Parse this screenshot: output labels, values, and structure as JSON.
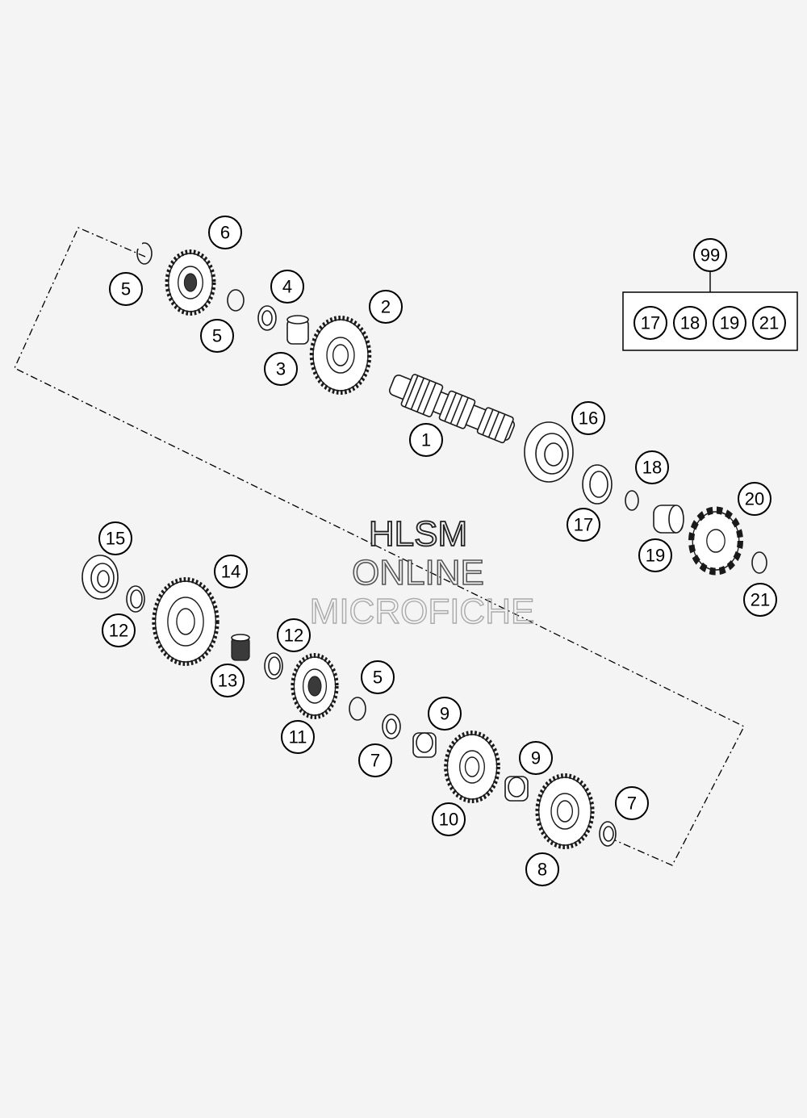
{
  "watermark": {
    "line1": "HLSM",
    "line2": "ONLINE",
    "line3": "MICROFICHE"
  },
  "kit": {
    "label": "99",
    "members": [
      "17",
      "18",
      "19",
      "21"
    ]
  },
  "callouts": {
    "c1": "1",
    "c2": "2",
    "c3": "3",
    "c4": "4",
    "c5a": "5",
    "c5b": "5",
    "c5c": "5",
    "c6": "6",
    "c7a": "7",
    "c7b": "7",
    "c8": "8",
    "c9a": "9",
    "c9b": "9",
    "c10": "10",
    "c11": "11",
    "c12a": "12",
    "c12b": "12",
    "c13": "13",
    "c14": "14",
    "c15": "15",
    "c16": "16",
    "c17": "17",
    "c18": "18",
    "c19": "19",
    "c20": "20",
    "c21": "21"
  },
  "colors": {
    "background": "#f4f4f4",
    "line": "#1a1a1a",
    "callout_fill": "#ffffff"
  }
}
